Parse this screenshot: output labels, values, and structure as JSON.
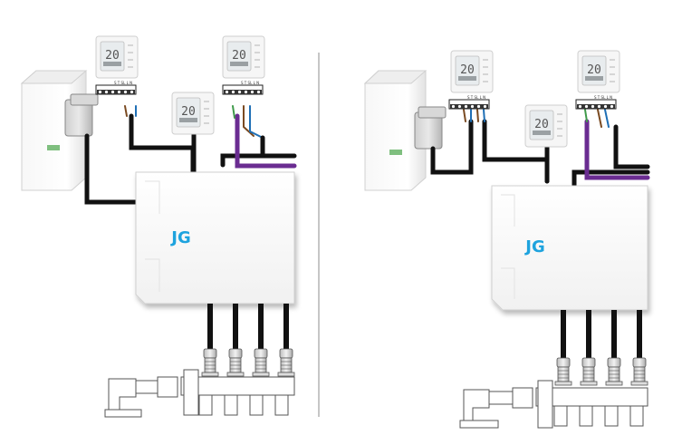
{
  "brand": {
    "logo_text": "JG",
    "logo_color": "#1ea3de"
  },
  "thermostat": {
    "display_reading": "20"
  },
  "terminal_labels": [
    "S",
    "T",
    "SL",
    "L",
    "N"
  ],
  "colors": {
    "cable_black": "#111111",
    "cable_purple": "#6a2c91",
    "wire_blue": "#1f6fb5",
    "wire_brown": "#7a4a21",
    "wire_green": "#3f9a4a",
    "wiring_centre_body": "#ffffff",
    "outline_grey": "#c9c9c9",
    "divider": "#8c8c8c"
  },
  "panels": [
    {
      "name": "left-wiring-diagram",
      "manifold_ports": 4
    },
    {
      "name": "right-wiring-diagram",
      "manifold_ports": 4
    }
  ]
}
